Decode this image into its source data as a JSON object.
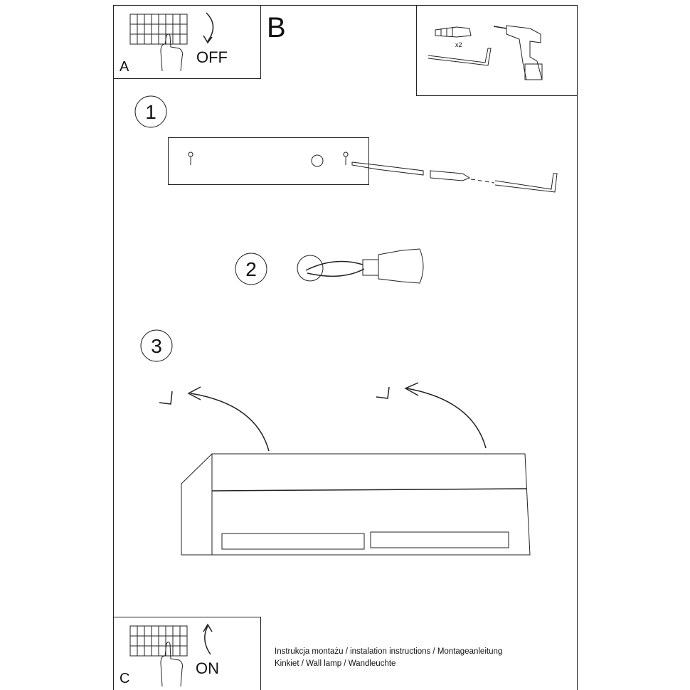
{
  "panel_a": {
    "label": "A",
    "switch_text": "OFF"
  },
  "panel_b": {
    "label": "B",
    "quantity": "x2"
  },
  "steps": [
    "1",
    "2",
    "3"
  ],
  "panel_c": {
    "label": "C",
    "switch_text": "ON"
  },
  "footer": {
    "line1": "Instrukcja montażu / instalation instructions / Montageanleitung",
    "line2": "Kinkiet / Wall lamp / Wandleuchte"
  }
}
